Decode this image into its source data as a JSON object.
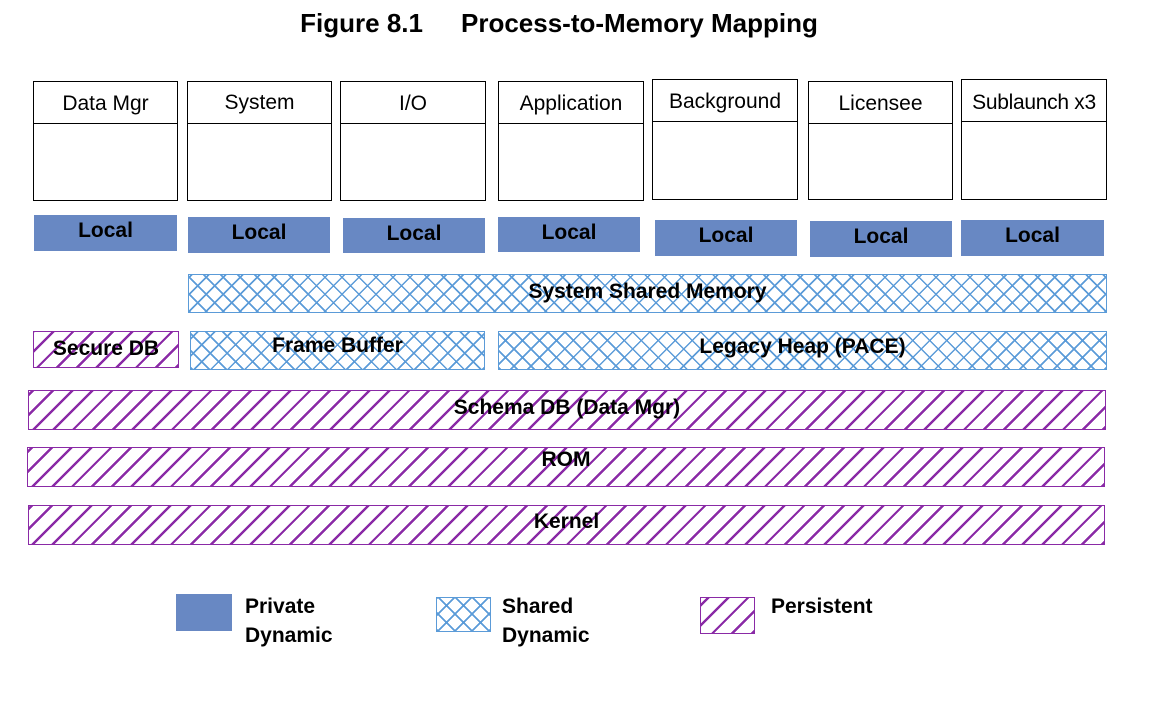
{
  "figure": {
    "number": "Figure 8.1",
    "title": "Process-to-Memory Mapping"
  },
  "processes": [
    "Data Mgr",
    "System",
    "I/O",
    "Application",
    "Background",
    "Licensee",
    "Sublaunch x3"
  ],
  "local_label": "Local",
  "regions": {
    "system_shared_memory": "System Shared Memory",
    "secure_db": "Secure DB",
    "frame_buffer": "Frame Buffer",
    "legacy_heap": "Legacy Heap (PACE)",
    "schema_db": "Schema DB (Data Mgr)",
    "rom": "ROM",
    "kernel": "Kernel"
  },
  "legend": {
    "private": {
      "line1": "Private",
      "line2": "Dynamic"
    },
    "shared": {
      "line1": "Shared",
      "line2": "Dynamic"
    },
    "persistent": {
      "line1": "Persistent"
    }
  },
  "colors": {
    "private_dynamic": "#6888c3",
    "shared_dynamic_hatch": "#5b9bd8",
    "persistent_hatch": "#8a2aa6"
  }
}
